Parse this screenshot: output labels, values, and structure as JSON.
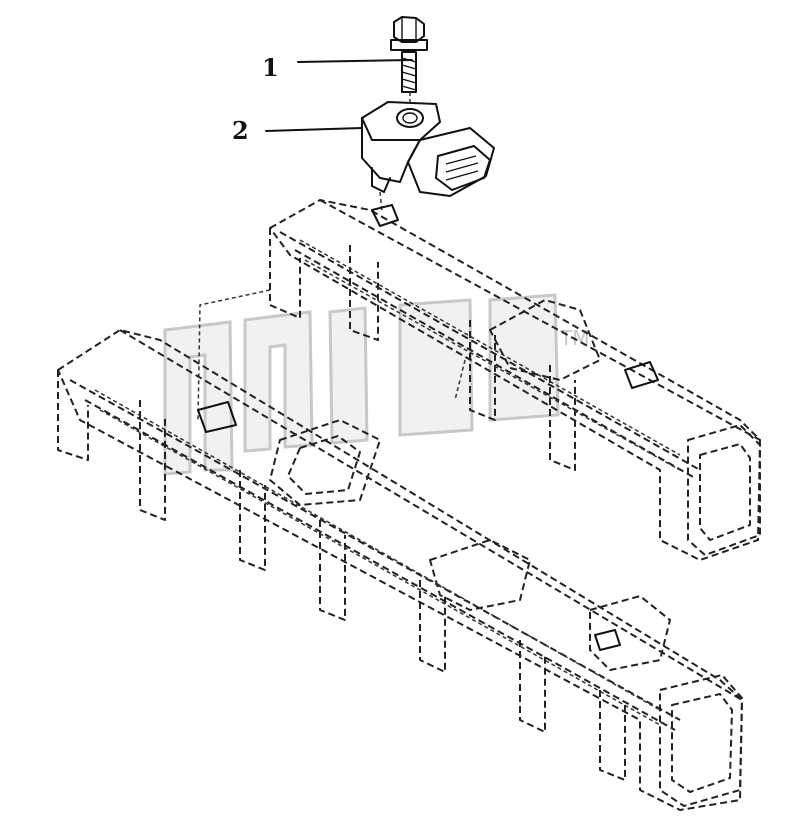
{
  "callouts": {
    "one": "1",
    "two": "2"
  },
  "watermark": {
    "trademark": "TM"
  },
  "colors": {
    "line": "#111111",
    "watermark": "#c8c8c8",
    "background": "#ffffff"
  }
}
